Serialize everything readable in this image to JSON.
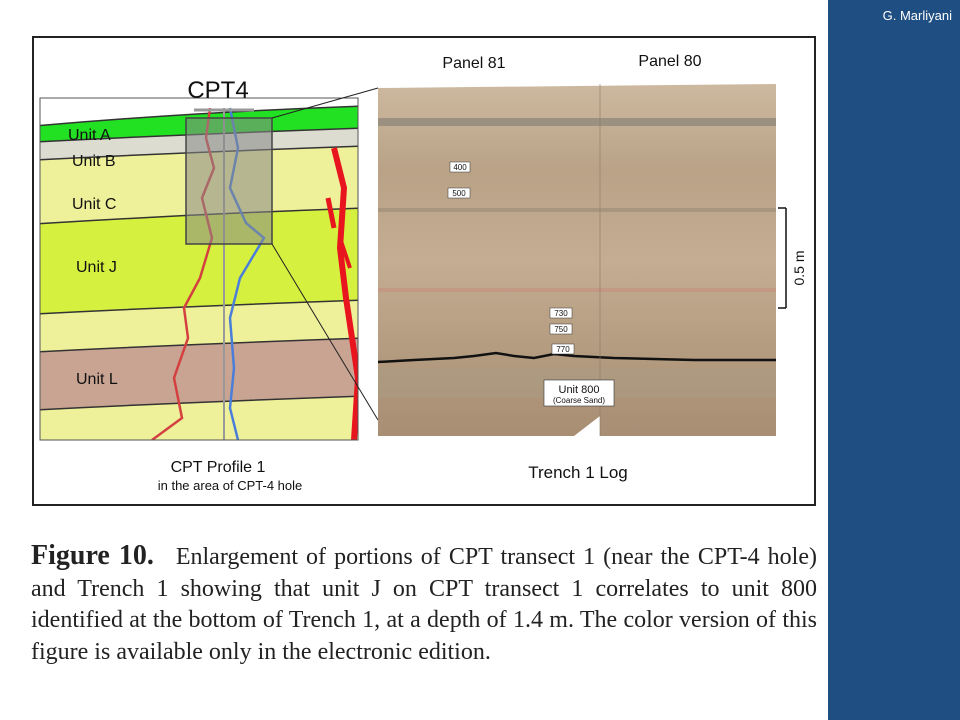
{
  "author": "G. Marliyani",
  "figure": {
    "cpt": {
      "title": "CPT4",
      "units": [
        "Unit A",
        "Unit B",
        "Unit C",
        "Unit J",
        "Unit L"
      ],
      "caption_line1": "CPT Profile 1",
      "caption_line2": "in the area of CPT-4 hole"
    },
    "trench": {
      "panel_left": "Panel 81",
      "panel_right": "Panel 80",
      "labels": [
        "400",
        "500",
        "730",
        "750",
        "770"
      ],
      "unit800_line1": "Unit 800",
      "unit800_line2": "(Coarse Sand)",
      "scale_label": "0.5 m",
      "caption": "Trench 1 Log"
    }
  },
  "caption": {
    "label": "Figure 10.",
    "text": "Enlargement of portions of CPT transect 1 (near the CPT-4 hole) and Trench 1 showing that unit J on CPT transect 1 correlates to unit 800 identified at the bottom of Trench 1, at a depth of 1.4 m. The color version of this figure is available only in the electronic edition."
  },
  "colors": {
    "sidebar": "#1f4e82",
    "unit_a": "#22e022",
    "unit_b": "#dcdcd0",
    "unit_c": "#eef09a",
    "unit_j": "#d6f040",
    "unit_l": "#c9a493",
    "fault": "#e8141e"
  }
}
